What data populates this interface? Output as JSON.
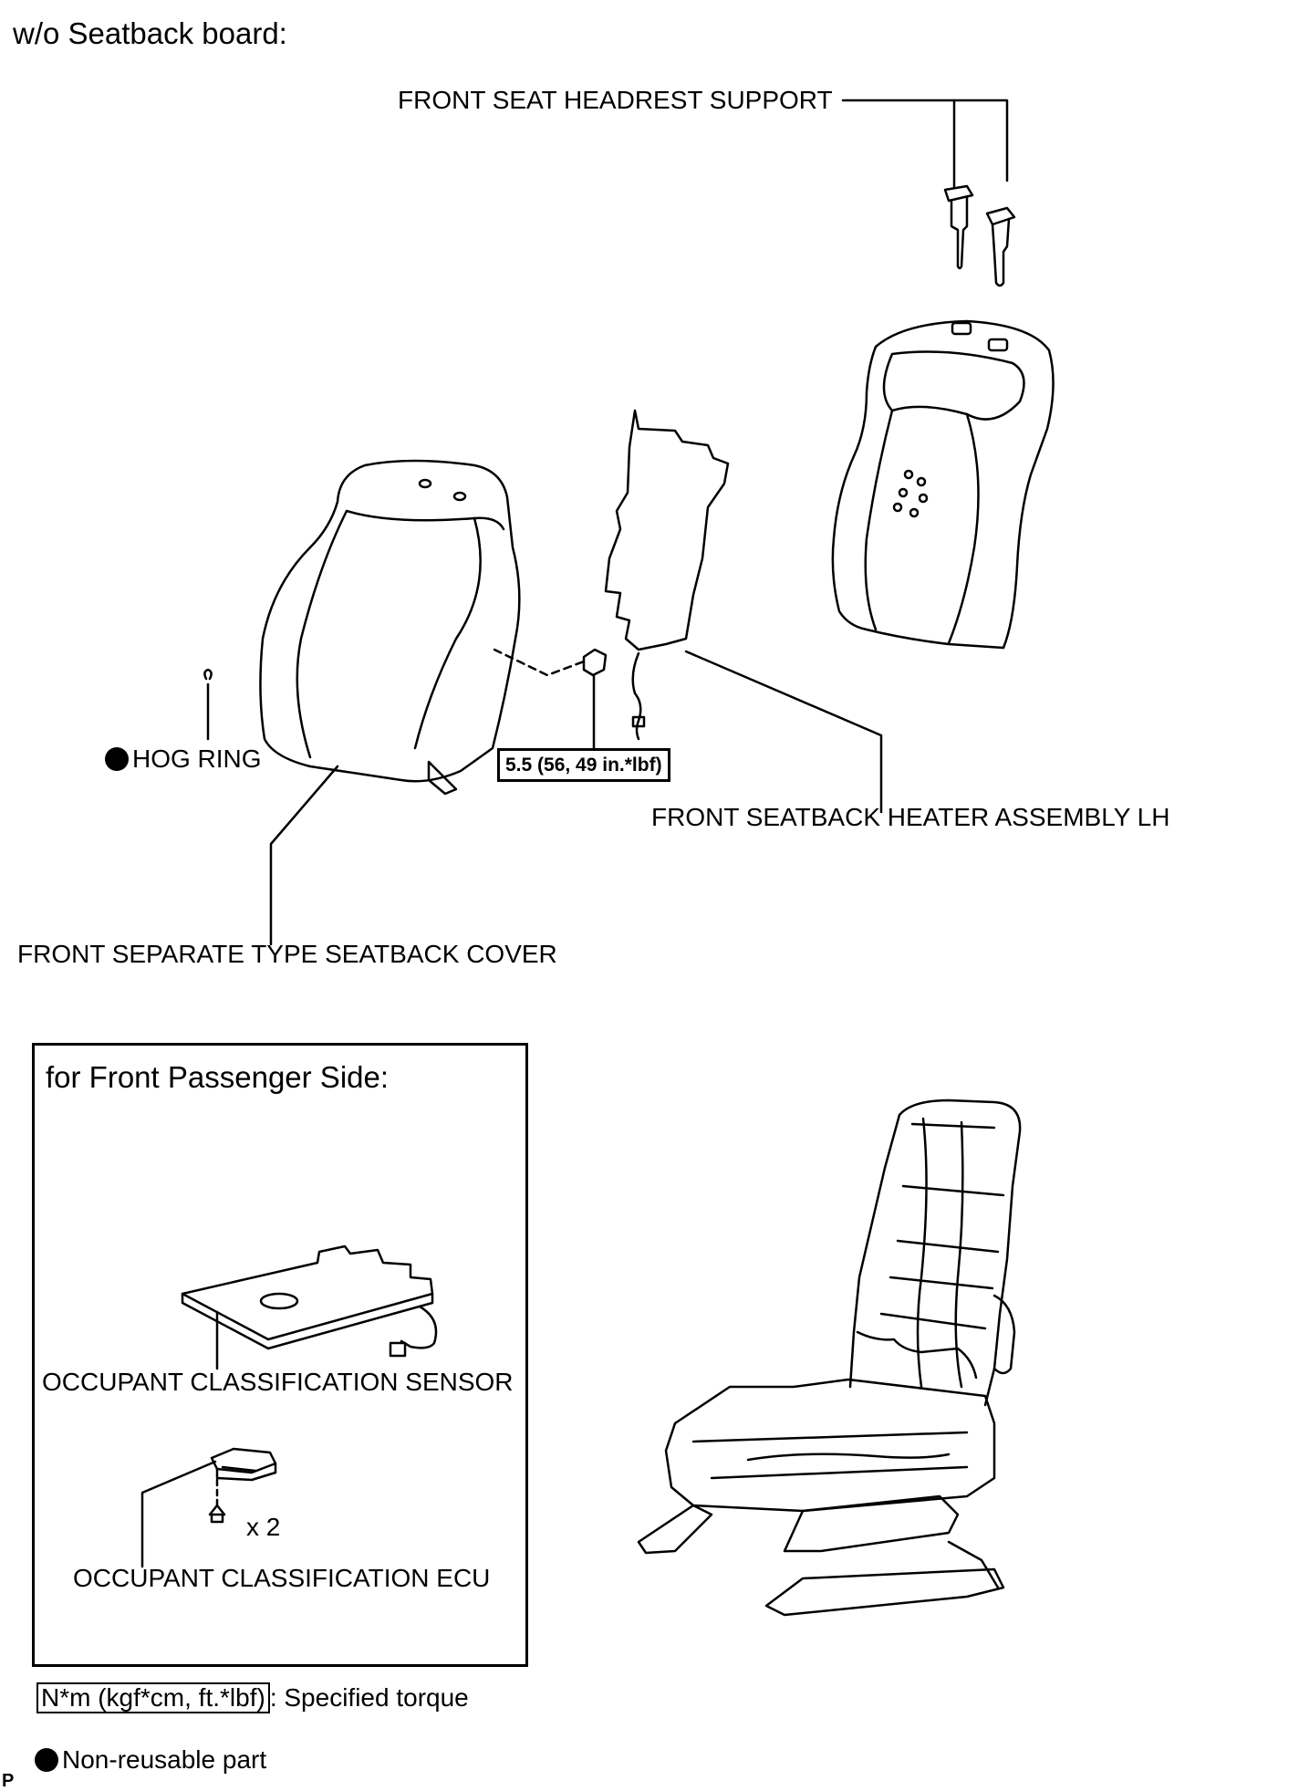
{
  "header": {
    "title": "w/o Seatback board:"
  },
  "labels": {
    "headrest_support": "FRONT SEAT HEADREST SUPPORT",
    "hog_ring": "HOG RING",
    "torque_value": "5.5 (56, 49 in.*lbf)",
    "heater_assembly": "FRONT SEATBACK HEATER ASSEMBLY LH",
    "seatback_cover": "FRONT SEPARATE TYPE SEATBACK COVER"
  },
  "inset": {
    "title": "for Front Passenger Side:",
    "sensor": "OCCUPANT CLASSIFICATION SENSOR",
    "screw_qty": "x 2",
    "ecu": "OCCUPANT CLASSIFICATION ECU"
  },
  "legend": {
    "torque_unit": "N*m (kgf*cm, ft.*lbf)",
    "torque_desc": ": Specified torque",
    "nonreusable": "Non-reusable part"
  },
  "footer": {
    "code": "P"
  },
  "icons": [
    "non-reusable-dot-icon"
  ]
}
